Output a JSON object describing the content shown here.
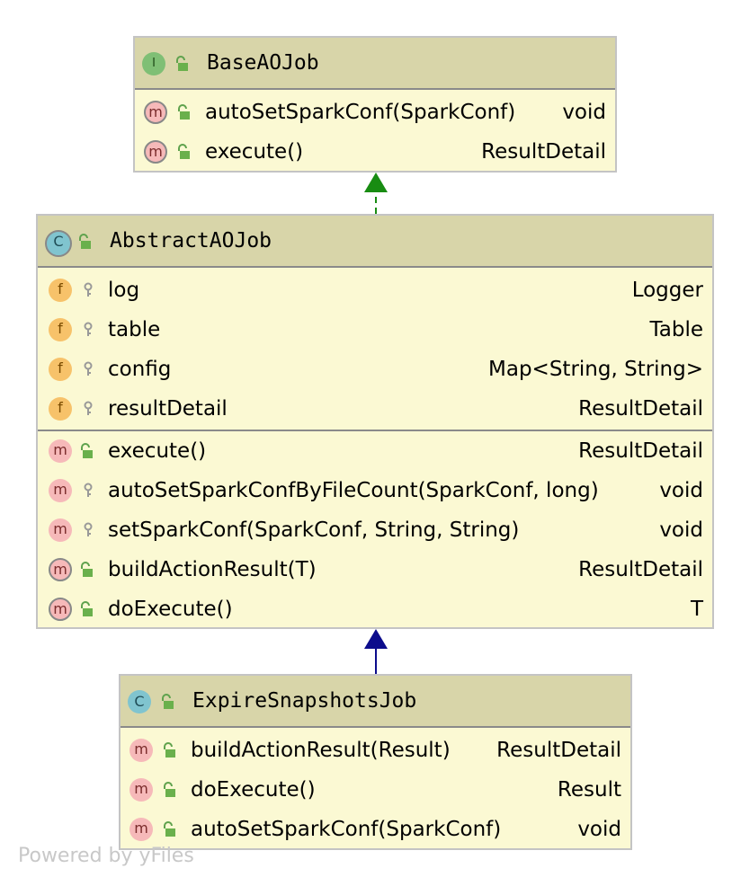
{
  "nodes": {
    "base": {
      "title": "BaseAOJob",
      "kind_icon": "interface-icon",
      "methods": [
        {
          "name": "autoSetSparkConf(SparkConf)",
          "type": "void"
        },
        {
          "name": "execute()",
          "type": "ResultDetail"
        }
      ]
    },
    "abstract": {
      "title": "AbstractAOJob",
      "kind_icon": "abstract-class-icon",
      "fields": [
        {
          "name": "log",
          "type": "Logger"
        },
        {
          "name": "table",
          "type": "Table"
        },
        {
          "name": "config",
          "type": "Map<String, String>"
        },
        {
          "name": "resultDetail",
          "type": "ResultDetail"
        }
      ],
      "methods": [
        {
          "name": "execute()",
          "type": "ResultDetail"
        },
        {
          "name": "autoSetSparkConfByFileCount(SparkConf, long)",
          "type": "void"
        },
        {
          "name": "setSparkConf(SparkConf, String, String)",
          "type": "void"
        },
        {
          "name": "buildActionResult(T)",
          "type": "ResultDetail"
        },
        {
          "name": "doExecute()",
          "type": "T"
        }
      ]
    },
    "expire": {
      "title": "ExpireSnapshotsJob",
      "kind_icon": "class-icon",
      "methods": [
        {
          "name": "buildActionResult(Result)",
          "type": "ResultDetail"
        },
        {
          "name": "doExecute()",
          "type": "Result"
        },
        {
          "name": "autoSetSparkConf(SparkConf)",
          "type": "void"
        }
      ]
    }
  },
  "icon_letters": {
    "interface": "I",
    "class": "C",
    "method": "m",
    "field": "f"
  },
  "colors": {
    "node_fill": "#fbf9d3",
    "header_fill": "#d8d5a9",
    "implements_arrow": "#188c12",
    "extends_arrow": "#0c0c8c"
  },
  "watermark": "Powered by yFiles"
}
